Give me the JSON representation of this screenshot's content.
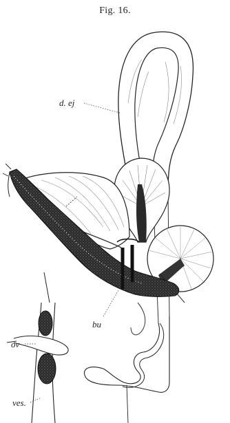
{
  "figure": {
    "title": "Fig. 16.",
    "labels": {
      "d_ej": "d. ej",
      "bu": "bu",
      "ov": "ov",
      "ves": "ves."
    }
  }
}
